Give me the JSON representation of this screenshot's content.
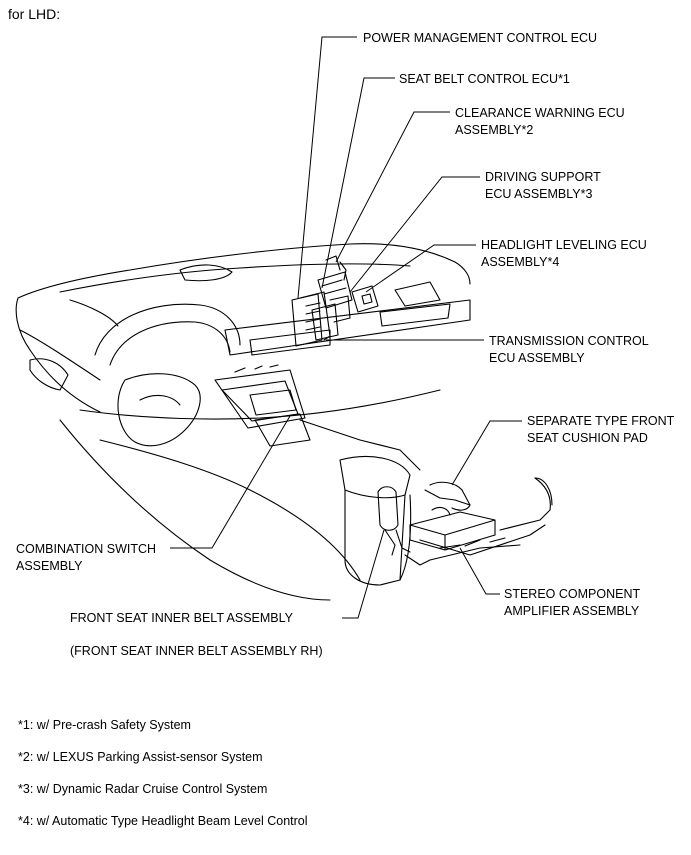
{
  "header": "for LHD:",
  "callouts": {
    "power_mgmt": "POWER MANAGEMENT CONTROL ECU",
    "seat_belt": "SEAT BELT CONTROL ECU*1",
    "clearance": [
      "CLEARANCE WARNING ECU",
      "ASSEMBLY*2"
    ],
    "driving_support": [
      "DRIVING SUPPORT",
      "ECU ASSEMBLY*3"
    ],
    "headlight": [
      "HEADLIGHT LEVELING ECU",
      "ASSEMBLY*4"
    ],
    "transmission": [
      "TRANSMISSION CONTROL",
      "ECU ASSEMBLY"
    ],
    "cushion_pad": [
      "SEPARATE TYPE FRONT",
      "SEAT CUSHION PAD"
    ],
    "combination": [
      "COMBINATION SWITCH",
      "ASSEMBLY"
    ],
    "stereo": [
      "STEREO COMPONENT",
      "AMPLIFIER ASSEMBLY"
    ],
    "inner_belt": "FRONT SEAT INNER BELT ASSEMBLY",
    "inner_belt_rh": "(FRONT SEAT INNER BELT ASSEMBLY RH)"
  },
  "footnotes": [
    "*1: w/ Pre-crash Safety System",
    "*2: w/ LEXUS Parking Assist-sensor System",
    "*3: w/ Dynamic Radar Cruise Control System",
    "*4: w/ Automatic Type Headlight Beam Level Control"
  ]
}
